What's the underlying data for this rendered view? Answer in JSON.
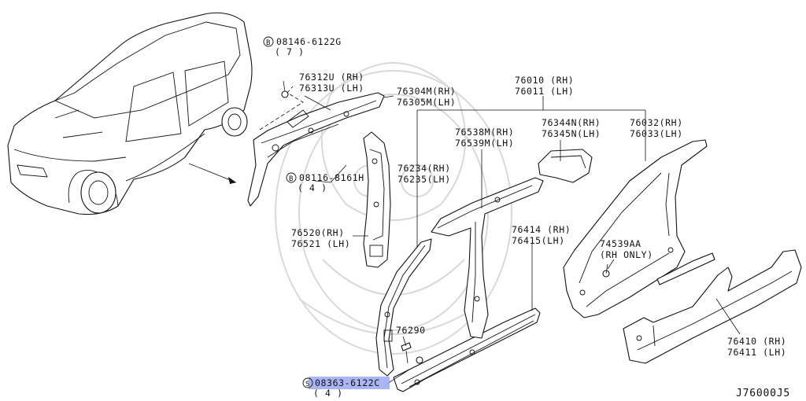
{
  "figure_code": "J76000J5",
  "callouts": {
    "bolt_top": {
      "prefix": "B",
      "number": "08146-6122G",
      "qty": "( 7 )"
    },
    "bolt_mid": {
      "prefix": "B",
      "number": "08116-8161H",
      "qty": "( 4 )"
    },
    "screw_bottom": {
      "prefix": "S",
      "number": "08363-6122C",
      "qty": "( 4 )"
    },
    "p76312": {
      "rh": "76312U (RH)",
      "lh": "76313U (LH)"
    },
    "p76304": {
      "rh": "76304M(RH)",
      "lh": "76305M(LH)"
    },
    "p76010": {
      "rh": "76010 (RH)",
      "lh": "76011 (LH)"
    },
    "p76538": {
      "rh": "76538M(RH)",
      "lh": "76539M(LH)"
    },
    "p76344": {
      "rh": "76344N(RH)",
      "lh": "76345N(LH)"
    },
    "p76032": {
      "rh": "76032(RH)",
      "lh": "76033(LH)"
    },
    "p76234": {
      "rh": "76234(RH)",
      "lh": "76235(LH)"
    },
    "p76520": {
      "rh": "76520(RH)",
      "lh": "76521 (LH)"
    },
    "p76414": {
      "rh": "76414 (RH)",
      "lh": "76415(LH)"
    },
    "p74539": {
      "rh": "74539AA",
      "lh": "(RH ONLY)"
    },
    "p76290": {
      "single": "76290"
    },
    "p76410": {
      "rh": "76410 (RH)",
      "lh": "76411 (LH)"
    }
  }
}
